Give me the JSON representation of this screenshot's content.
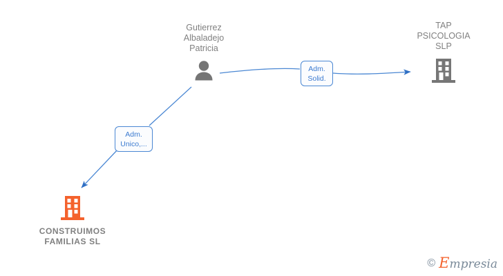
{
  "diagram": {
    "type": "relationship-graph",
    "background_color": "#ffffff",
    "nodes": [
      {
        "id": "person",
        "kind": "person",
        "label": "Gutierrez\nAlbaladejo\nPatricia",
        "icon": "person-icon",
        "icon_color": "#757575",
        "text_color": "#808080",
        "bold": false
      },
      {
        "id": "tap",
        "kind": "company",
        "label": "TAP\nPSICOLOGIA\nSLP",
        "icon": "building-icon",
        "icon_color": "#767676",
        "text_color": "#808080",
        "bold": false
      },
      {
        "id": "construimos",
        "kind": "company",
        "label": "CONSTRUIMOS\nFAMILIAS  SL",
        "icon": "building-icon",
        "icon_color": "#f4622d",
        "text_color": "#808080",
        "bold": true
      }
    ],
    "edges": [
      {
        "id": "edge-solid",
        "from": "person",
        "to": "tap",
        "label": "Adm.\nSolid.",
        "color": "#4a87d3",
        "arrow": true
      },
      {
        "id": "edge-unico",
        "from": "person",
        "to": "construimos",
        "label": "Adm.\nUnico,...",
        "color": "#4a87d3",
        "arrow": true
      }
    ]
  },
  "watermark": {
    "copyright_symbol": "©",
    "brand_initial": "E",
    "brand_rest": "mpresia",
    "accent_color": "#f4622d"
  }
}
